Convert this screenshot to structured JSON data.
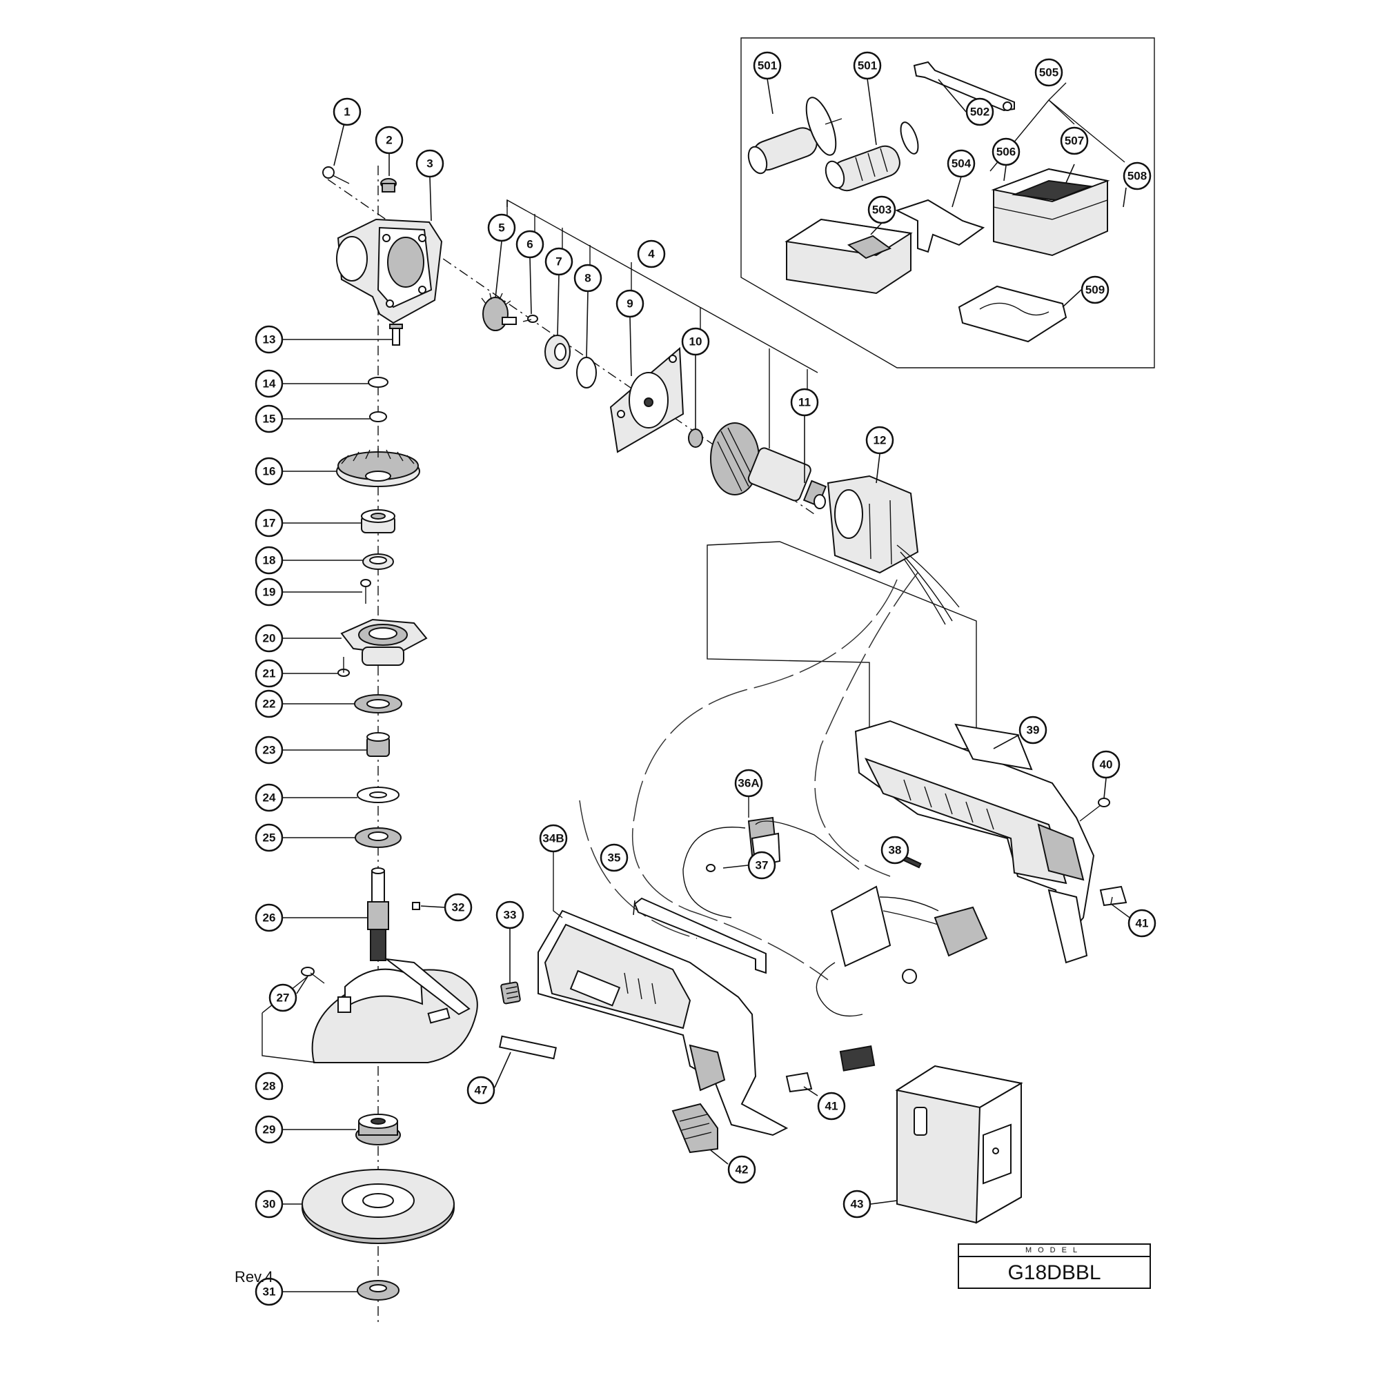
{
  "model": {
    "header": "MODEL",
    "code": "G18DBBL"
  },
  "revision": "Rev.4",
  "callouts": [
    "1",
    "2",
    "3",
    "4",
    "5",
    "6",
    "7",
    "8",
    "9",
    "10",
    "11",
    "12",
    "13",
    "14",
    "15",
    "16",
    "17",
    "18",
    "19",
    "20",
    "21",
    "22",
    "23",
    "24",
    "25",
    "26",
    "27",
    "28",
    "29",
    "30",
    "31",
    "32",
    "33",
    "34B",
    "35",
    "36A",
    "37",
    "38",
    "39",
    "40",
    "41",
    "41",
    "42",
    "43",
    "47",
    "501",
    "501",
    "502",
    "503",
    "504",
    "505",
    "506",
    "507",
    "508",
    "509"
  ]
}
